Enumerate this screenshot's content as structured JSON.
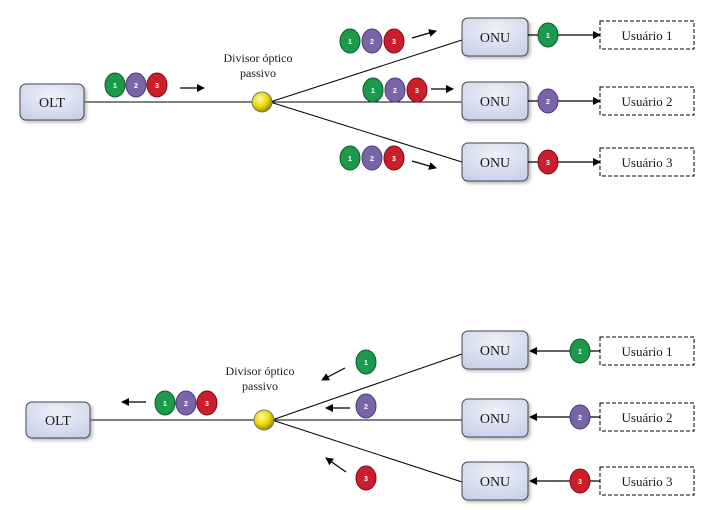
{
  "colors": {
    "packet_1": "#1a9a4a",
    "packet_2": "#7a64a8",
    "packet_3": "#cc1e2a",
    "box_fill": "#d5dcee",
    "splitter": "#e8d800"
  },
  "downstream": {
    "olt_label": "OLT",
    "splitter_label_line1": "Divisor óptico",
    "splitter_label_line2": "passivo",
    "onu_labels": [
      "ONU",
      "ONU",
      "ONU"
    ],
    "user_labels": [
      "Usuário 1",
      "Usuário 2",
      "Usuário 3"
    ],
    "packet_labels": [
      "1",
      "2",
      "3"
    ]
  },
  "upstream": {
    "olt_label": "OLT",
    "splitter_label_line1": "Divisor óptico",
    "splitter_label_line2": "passivo",
    "onu_labels": [
      "ONU",
      "ONU",
      "ONU"
    ],
    "user_labels": [
      "Usuário 1",
      "Usuário 2",
      "Usuário 3"
    ],
    "packet_labels": [
      "1",
      "2",
      "3"
    ]
  }
}
